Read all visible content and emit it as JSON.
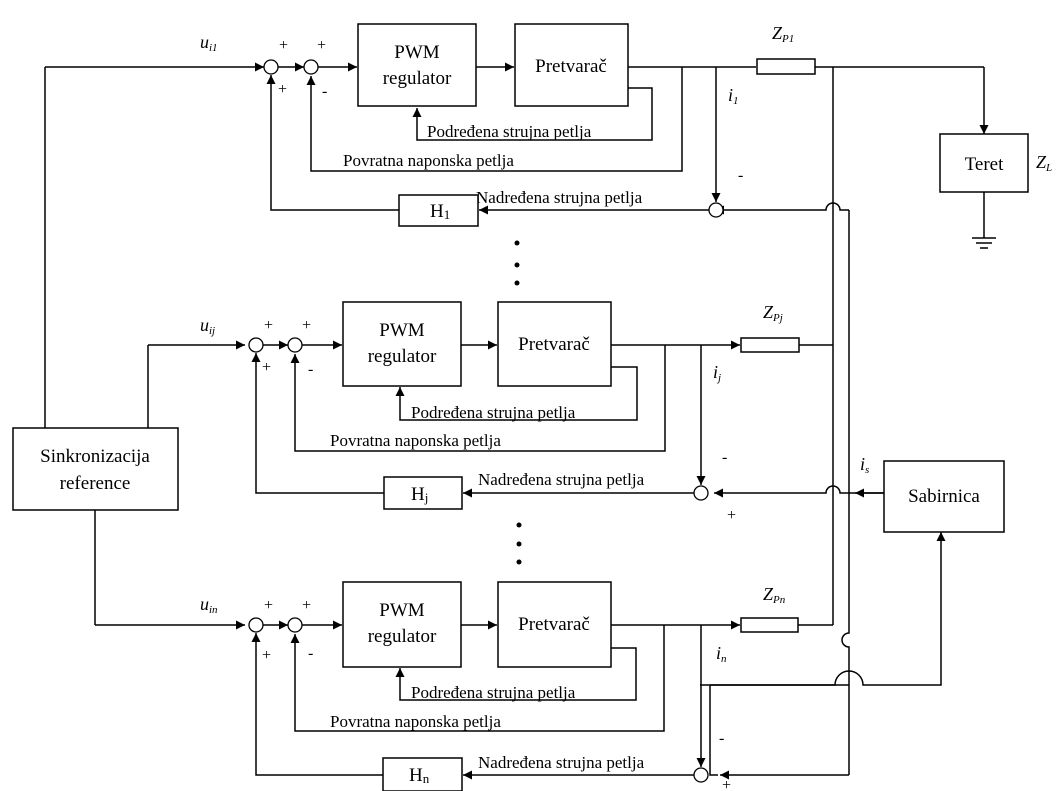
{
  "blocks": {
    "sync": {
      "line1": "Sinkronizacija",
      "line2": "reference"
    },
    "bus": "Sabirnica",
    "load": "Teret",
    "pwm": {
      "line1": "PWM",
      "line2": "regulator"
    },
    "converter": "Pretvarač"
  },
  "loops": {
    "inner_current": "Podređena strujna petlja",
    "voltage": "Povratna naponska petlja",
    "outer_current": "Nadređena strujna petlja"
  },
  "signs": {
    "plus": "+",
    "minus": "-"
  },
  "branches": [
    {
      "u": "u",
      "u_sub": "i1",
      "i": "i",
      "i_sub": "1",
      "z": "Z",
      "z_sub": "P1",
      "h": "H",
      "h_sub": "1"
    },
    {
      "u": "u",
      "u_sub": "ij",
      "i": "i",
      "i_sub": "j",
      "z": "Z",
      "z_sub": "Pj",
      "h": "H",
      "h_sub": "j"
    },
    {
      "u": "u",
      "u_sub": "in",
      "i": "i",
      "i_sub": "n",
      "z": "Z",
      "z_sub": "Pn",
      "h": "H",
      "h_sub": "n"
    }
  ],
  "load_impedance": {
    "symbol": "Z",
    "sub": "L"
  },
  "bus_current": {
    "symbol": "i",
    "sub": "s"
  }
}
